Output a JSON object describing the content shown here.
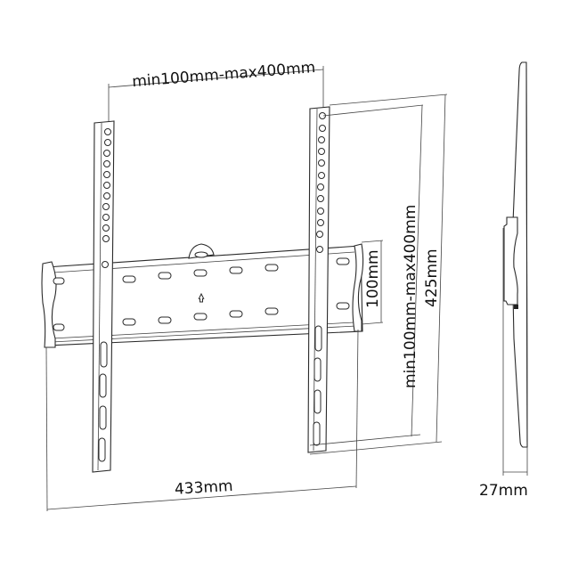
{
  "diagram": {
    "subject": "Fixed TV wall mount bracket",
    "views": [
      "front-view",
      "side-view"
    ],
    "dimensions": {
      "vesa_horizontal": "min100mm-max400mm",
      "vesa_vertical": "min100mm-max400mm",
      "wall_plate_height": "100mm",
      "arm_height": "425mm",
      "overall_width": "433mm",
      "depth": "27mm"
    },
    "colors": {
      "line": "#2a2a2a",
      "background": "#ffffff",
      "text": "#111111"
    }
  }
}
